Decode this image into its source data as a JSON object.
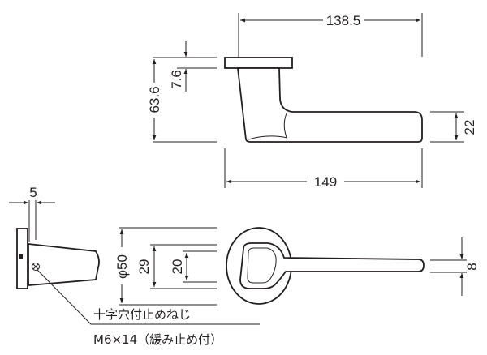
{
  "title": "Lever handle dimension drawing",
  "dimensions": {
    "overall_projection": "138.5",
    "rose_thickness": "7.6",
    "total_height": "63.6",
    "lever_height": "22",
    "lever_length": "149",
    "side_offset": "5",
    "rose_diameter": "φ50",
    "inner_29": "29",
    "inner_20": "20",
    "lever_width": "8"
  },
  "notes": {
    "screw_name": "十字穴付止めねじ",
    "screw_spec": "M6×14（緩み止め付）"
  },
  "colors": {
    "line": "#231f20",
    "background": "#ffffff"
  }
}
